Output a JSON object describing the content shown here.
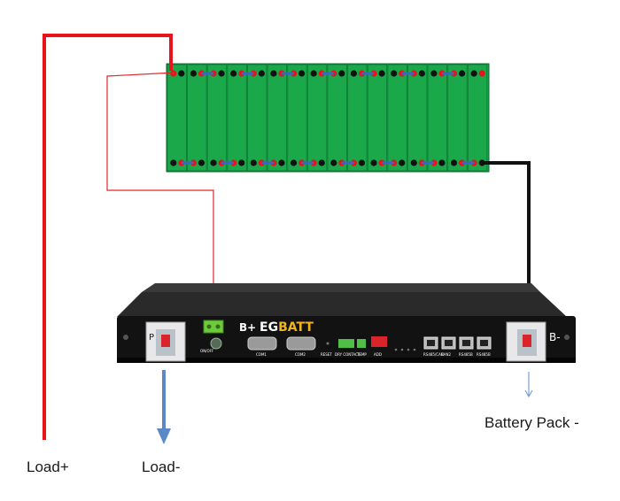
{
  "labels": {
    "load_plus": "Load+",
    "load_minus": "Load-",
    "battery_pack_minus": "Battery Pack -"
  },
  "bms": {
    "brand_prefix": "EG",
    "brand_suffix": "BATT",
    "b_plus": "B+",
    "b_minus": "B-",
    "p_terminal": "P",
    "ports": [
      "COM1",
      "COM2",
      "RS485/CAN",
      "CAN2",
      "RS485B",
      "RS485B"
    ],
    "small_labels": [
      "ON/OFF",
      "RESET",
      "DRY CONTACT",
      "TEMP",
      "ADD"
    ]
  },
  "battery_pack": {
    "cells": 16
  },
  "colors": {
    "positive_wire": "#e8141b",
    "negative_wire": "#111111",
    "sense_wire": "#e0262b",
    "cell_green": "#1aa84a",
    "arrow_blue": "#5b88c9",
    "device_body": "#121212",
    "brand_accent": "#f2b41c"
  }
}
